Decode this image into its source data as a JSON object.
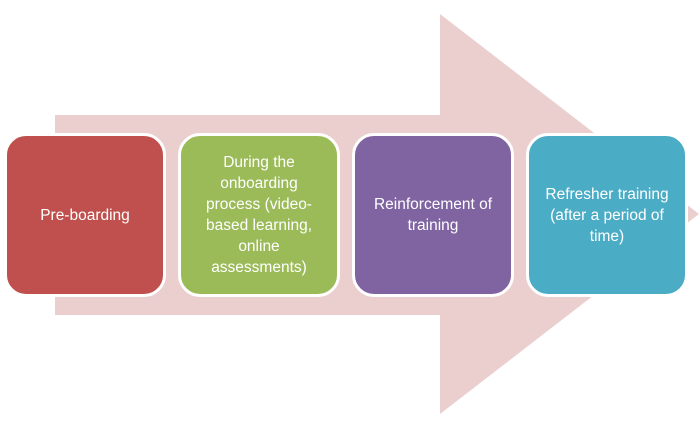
{
  "diagram": {
    "arrow_color": "#ebcfcf",
    "steps": [
      {
        "label": "Pre-boarding",
        "color": "#c0504d"
      },
      {
        "label": "During the onboarding process (video-based learning, online assessments)",
        "color": "#9bbb59"
      },
      {
        "label": "Reinforcement of training",
        "color": "#8064a2"
      },
      {
        "label": "Refresher training (after a period of time)",
        "color": "#4bacc6"
      }
    ]
  }
}
